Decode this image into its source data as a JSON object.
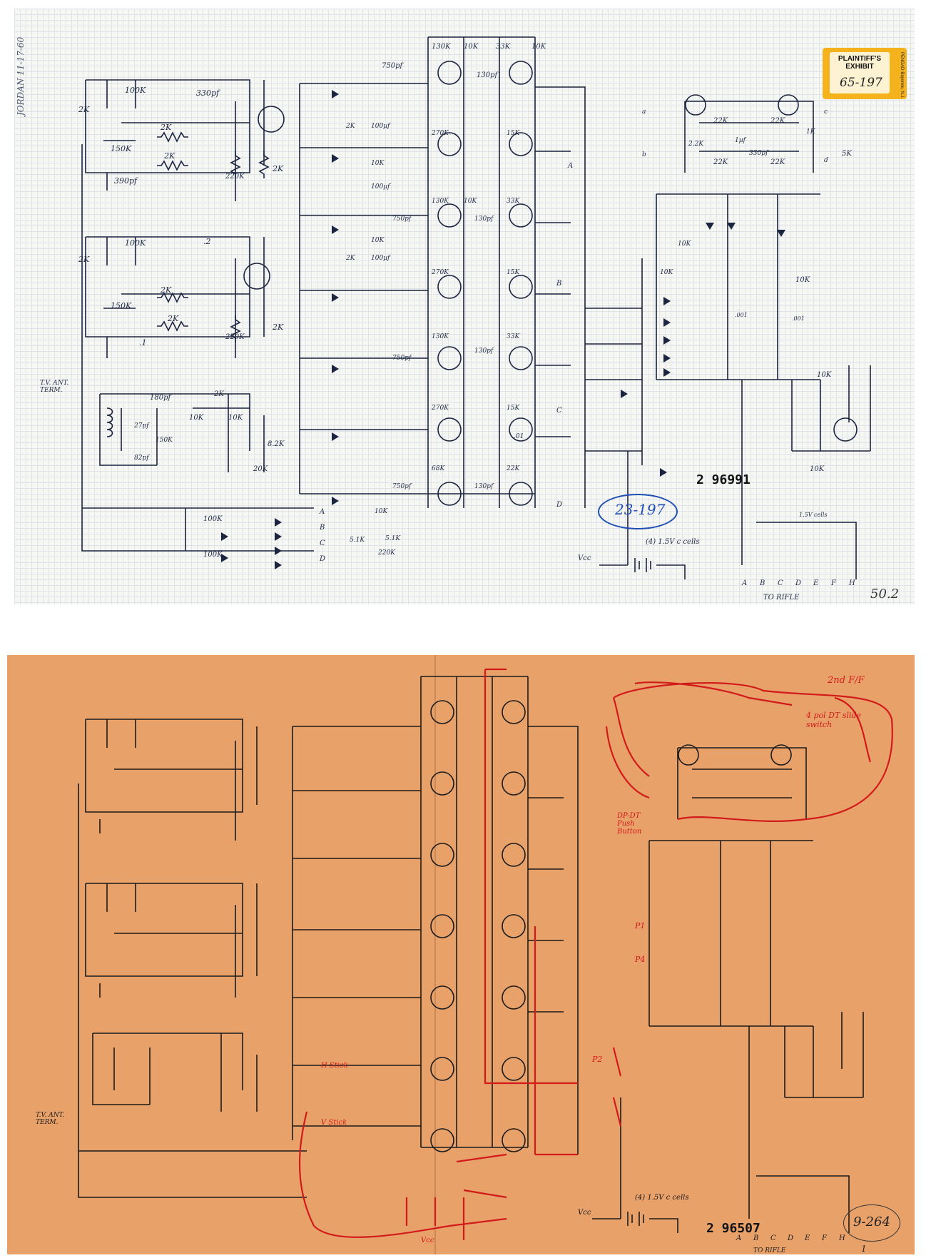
{
  "top_sheet": {
    "margin_note": "JORDAN 11-17-60",
    "exhibit_sticker": {
      "line1": "PLAINTIFF'S",
      "line2": "EXHIBIT",
      "number": "65-197",
      "maker": "PENGAD-Bayonne, N.J."
    },
    "serial_stamp": "2 96991",
    "circled_note": "23-197",
    "page_number": "50.2",
    "input_label": "T.V. ANT. TERM.",
    "battery_note": "(4) 1.5V c cells",
    "vcc": "Vcc",
    "to_rifle": "TO RIFLE",
    "rifle_terminals": [
      "A",
      "B",
      "C",
      "D",
      "E",
      "F",
      "H"
    ],
    "node_labels": [
      "A",
      "B",
      "C",
      "D"
    ],
    "column_outputs": [
      "A",
      "B",
      "C",
      "D"
    ],
    "diode_outputs": [
      "a",
      "b",
      "c",
      "d"
    ],
    "osc1": [
      "2K",
      "100K",
      "330pf",
      "2K",
      "150K",
      "2K",
      "390pf",
      "220K",
      "2K"
    ],
    "osc2": [
      "2K",
      "100K",
      ".2",
      "2K",
      "150K",
      "2K",
      ".1",
      "220K",
      "2K"
    ],
    "rf_stage": [
      "180pf",
      "2K",
      "10K",
      "10K",
      "27pf",
      "150K",
      "82pf",
      "8.2K",
      "20K"
    ],
    "decoder": [
      "750pf",
      "130K",
      "10K",
      "33K",
      "130pf",
      "10K",
      "100µf",
      "2K",
      "270K",
      "15K",
      "10K",
      "100µf",
      "130K",
      "10K",
      "33K",
      "750pf",
      "130pf",
      "10K",
      "2K",
      "100µf",
      "270K",
      "15K",
      "130K",
      "33K",
      "750pf",
      "130pf",
      "270K",
      "15K",
      ".01",
      "68K",
      "22K",
      "750pf",
      "130pf",
      "10K",
      "5.1K",
      "5.1K",
      "220K"
    ],
    "logic": [
      "22K",
      "22K",
      "2.2K",
      "1µf",
      "330pf",
      "1K",
      "5K",
      "22K",
      "22K",
      "10K",
      "10K",
      "10K",
      ".001",
      ".001",
      "10K",
      "10K",
      "1.5V cells"
    ],
    "bias_network": [
      "100K",
      "100K"
    ]
  },
  "bottom_sheet": {
    "serial_stamp": "2 96507",
    "circled_note": "9-264",
    "page_number": "1",
    "input_label": "T.V. ANT. TERM.",
    "battery_note": "(4) 1.5V c cells",
    "vcc": "Vcc",
    "to_rifle": "TO RIFLE",
    "rifle_terminals": [
      "A",
      "B",
      "C",
      "D",
      "E",
      "F",
      "H"
    ],
    "red_notes": {
      "ff": "2nd F/F",
      "switch": "4 pol DT slide switch",
      "button": "DP-DT Push Button",
      "p1": "P1",
      "p2": "P2",
      "p4": "P4",
      "hstick": "H Stick",
      "vstick": "V Stick",
      "vcc": "Vcc"
    }
  }
}
